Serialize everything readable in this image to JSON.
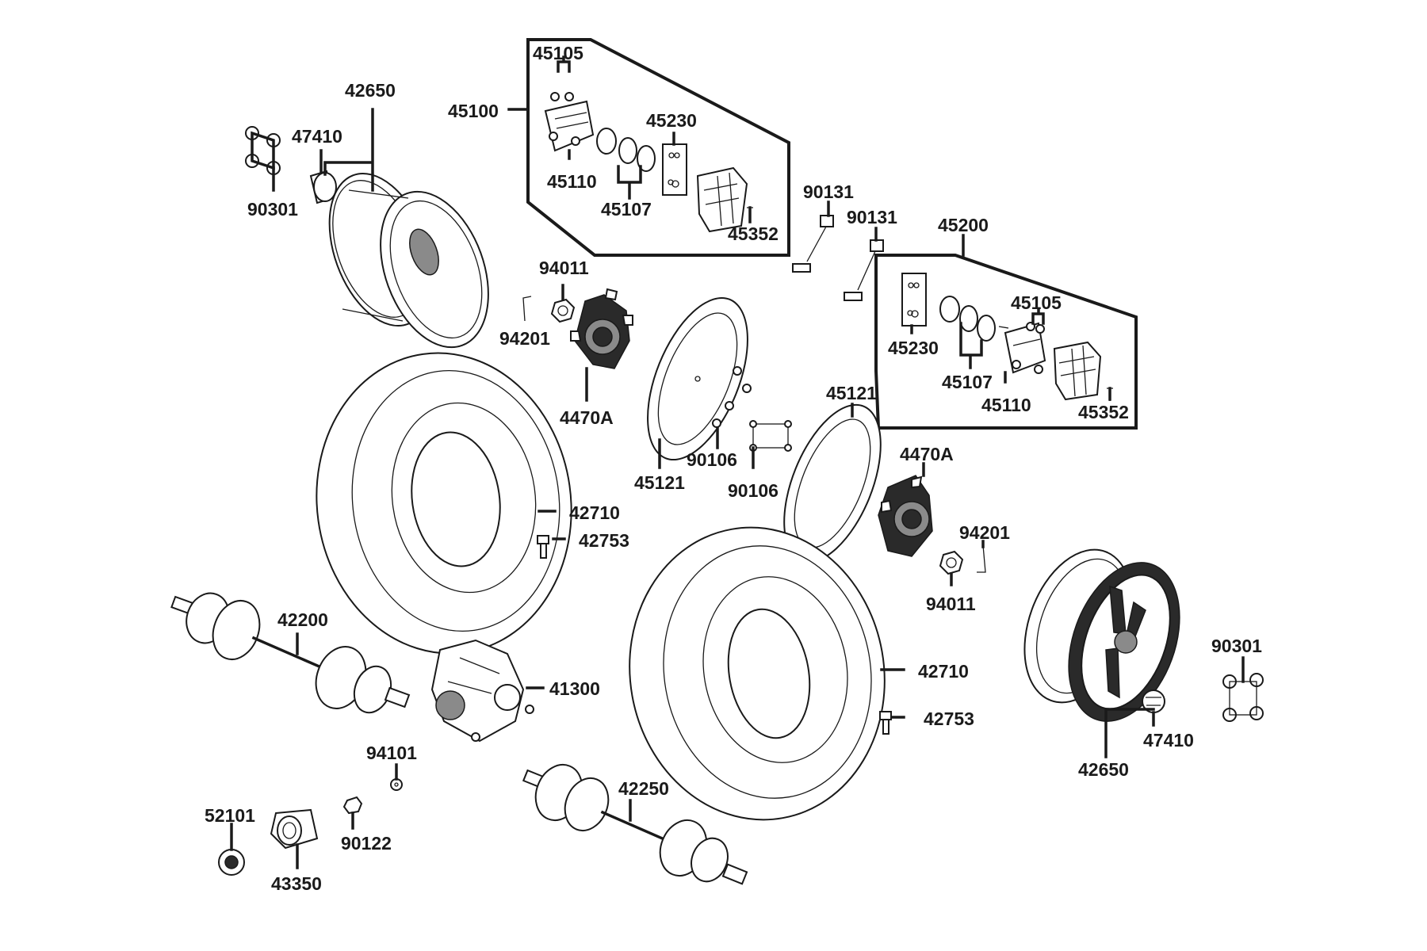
{
  "diagram": {
    "part_numbers": {
      "kit_left": "45100",
      "kit_right": "45200",
      "bracket_left": "45105",
      "bracket_right": "45105",
      "seal_kit_left": "45230",
      "seal_kit_right": "45230",
      "pin_left": "45110",
      "pin_right": "45110",
      "piston_left": "45107",
      "piston_right": "45107",
      "caliper_left": "45352",
      "caliper_right": "45352",
      "bolt_a": "90131",
      "bolt_b": "90131",
      "rim_left": "42650",
      "rim_right": "42650",
      "nut_left": "47410",
      "nut_right": "47410",
      "lugset_left": "90301",
      "lugset_right": "90301",
      "hubnut_left": "94011",
      "hubnut_right": "94011",
      "cotter_left": "94201",
      "cotter_right": "94201",
      "hub_left": "4470A",
      "hub_right": "4470A",
      "disc_left": "45121",
      "disc_right": "45121",
      "discbolt_a": "90106",
      "discbolt_b": "90106",
      "tire_left": "42710",
      "tire_right": "42710",
      "valve_left": "42753",
      "valve_right": "42753",
      "axle_left": "42200",
      "axle_right": "42250",
      "gearcase": "41300",
      "washer": "94101",
      "bolt_c": "90122",
      "bearing": "52101",
      "housing": "43350"
    }
  }
}
